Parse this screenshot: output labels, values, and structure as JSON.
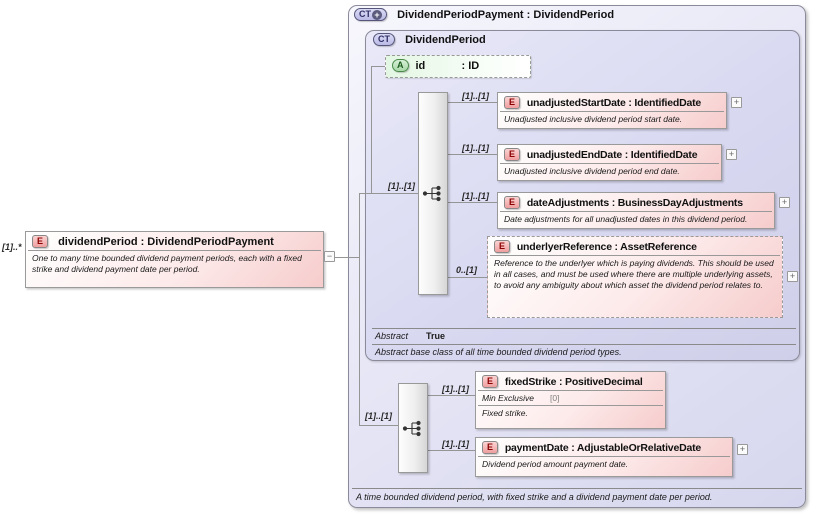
{
  "palette": {
    "element_pink": "#f6cccc",
    "type_lavender": "#d8d8f1",
    "attribute_green": "#e3f6e3",
    "connector_gray": "#959595",
    "element_badge_text": "#8b0000"
  },
  "left_element": {
    "cardinality": "[1]..*",
    "badge": "E",
    "title": "dividendPeriod : DividendPeriodPayment",
    "annotation": "One to many time bounded dividend payment periods, each with a fixed strike and dividend payment date per period.",
    "collapse_glyph": "−"
  },
  "outer": {
    "badge": "CT",
    "badge_plus_glyph": "+",
    "title": "DividendPeriodPayment : DividendPeriod",
    "footer": "A time bounded dividend period, with fixed strike and a dividend payment date per period."
  },
  "inner": {
    "badge": "CT",
    "title": "DividendPeriod",
    "attribute": {
      "badge": "A",
      "name": "id",
      "type": ": ID"
    },
    "sequence": {
      "cardinality": "[1]..[1]"
    },
    "elements": [
      {
        "badge": "E",
        "cardinality": "[1]..[1]",
        "title": "unadjustedStartDate : IdentifiedDate",
        "annotation": "Unadjusted inclusive dividend period start date.",
        "expand_glyph": "+"
      },
      {
        "badge": "E",
        "cardinality": "[1]..[1]",
        "title": "unadjustedEndDate : IdentifiedDate",
        "annotation": "Unadjusted inclusive dividend period end date.",
        "expand_glyph": "+"
      },
      {
        "badge": "E",
        "cardinality": "[1]..[1]",
        "title": "dateAdjustments : BusinessDayAdjustments",
        "annotation": "Date adjustments for all unadjusted dates in this dividend period.",
        "expand_glyph": "+"
      },
      {
        "badge": "E",
        "cardinality": "0..[1]",
        "title": "underlyerReference : AssetReference",
        "annotation": "Reference to the underlyer which is paying dividends. This should be used in all cases, and must be used where there are multiple underlying assets, to avoid any ambiguity about which asset the dividend period relates to.",
        "expand_glyph": "+"
      }
    ],
    "abstract_label": "Abstract",
    "abstract_value": "True",
    "annotation": "Abstract base class of all time bounded dividend period types."
  },
  "extension": {
    "sequence": {
      "cardinality": "[1]..[1]"
    },
    "elements": [
      {
        "badge": "E",
        "cardinality": "[1]..[1]",
        "title": "fixedStrike : PositiveDecimal",
        "facet_label": "Min Exclusive",
        "facet_value": "[0]",
        "annotation": "Fixed strike."
      },
      {
        "badge": "E",
        "cardinality": "[1]..[1]",
        "title": "paymentDate : AdjustableOrRelativeDate",
        "annotation": "Dividend period amount payment date.",
        "expand_glyph": "+"
      }
    ]
  }
}
